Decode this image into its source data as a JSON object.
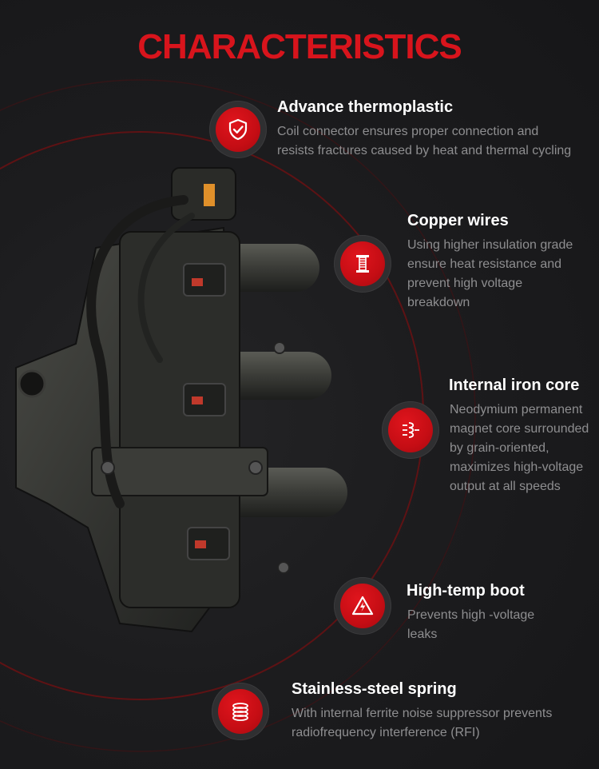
{
  "page": {
    "title": "CHARACTERISTICS",
    "accent_color": "#d8141c"
  },
  "features": [
    {
      "title": "Advance thermoplastic",
      "desc_lines": [
        "Coil connector ensures proper connection and",
        "resists fractures caused by heat and thermal cycling"
      ],
      "icon": "shield-check-icon"
    },
    {
      "title": "Copper wires",
      "desc_lines": [
        "Using higher insulation grade",
        "ensure heat resistance and",
        "prevent high voltage",
        "breakdown"
      ],
      "icon": "wire-spool-icon"
    },
    {
      "title": "Internal iron core",
      "desc_lines": [
        "Neodymium permanent",
        "magnet core surrounded",
        "by grain-oriented,",
        "maximizes high-voltage",
        "output at all speeds"
      ],
      "icon": "iron-core-icon"
    },
    {
      "title": "High-temp boot",
      "desc_lines": [
        "Prevents high -voltage",
        "leaks"
      ],
      "icon": "high-voltage-warning-icon"
    },
    {
      "title": "Stainless-steel spring",
      "desc_lines": [
        "With internal ferrite noise suppressor prevents",
        "radiofrequency interference (RFI)"
      ],
      "icon": "spring-coil-icon"
    }
  ]
}
